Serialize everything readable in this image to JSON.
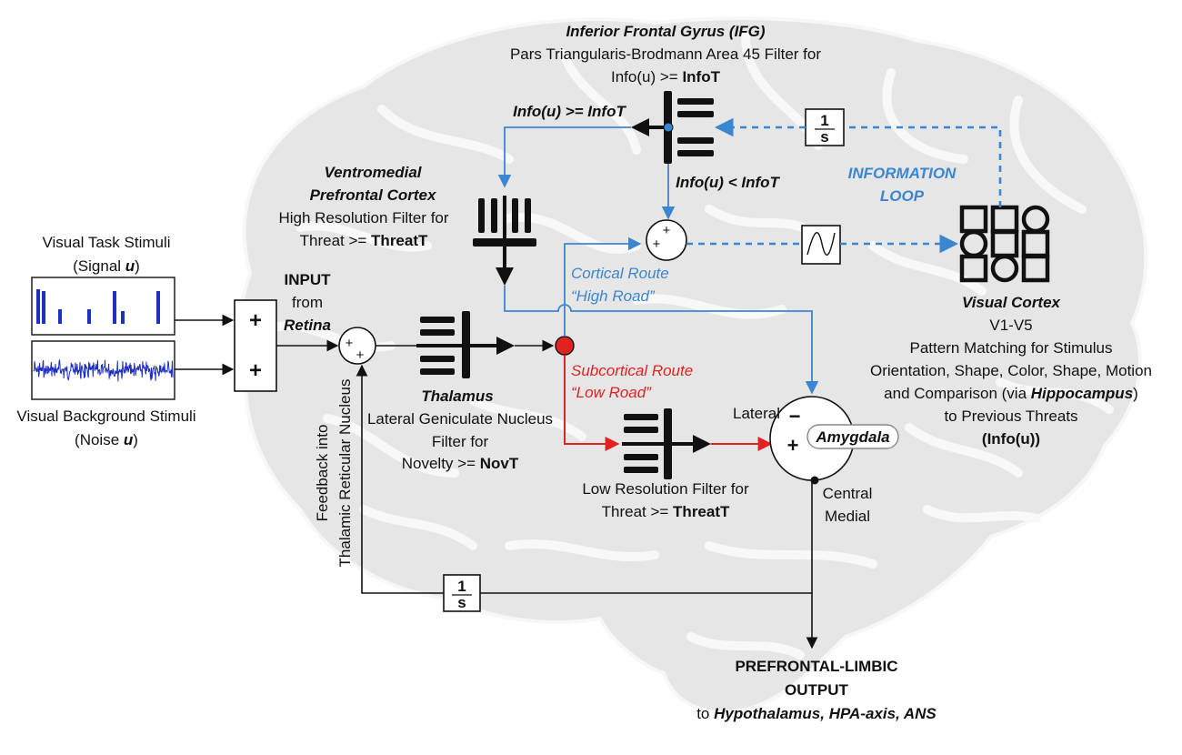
{
  "colors": {
    "blue": "#3b86d1",
    "red": "#e0231e",
    "black": "#111111",
    "brain": "#e6e6e6"
  },
  "ifg": {
    "title": "Inferior Frontal Gyrus (IFG)",
    "line2": "Pars Triangularis-Brodmann Area 45 Filter for",
    "line3_prefix": "Info(u) >= ",
    "line3_bold": "InfoT"
  },
  "vmpfc": {
    "title1": "Ventromedial",
    "title2": "Prefrontal Cortex",
    "line3": "High Resolution Filter for",
    "line4_prefix": "Threat >= ",
    "line4_bold": "ThreatT"
  },
  "stimuli": {
    "task_title": "Visual Task Stimuli",
    "task_sub_prefix": "(Signal ",
    "task_sub_var": "u",
    "task_sub_suffix": ")",
    "bg_title": "Visual Background Stimuli",
    "bg_sub_prefix": "(Noise ",
    "bg_sub_var": "u",
    "bg_sub_suffix": ")"
  },
  "input": {
    "title": "INPUT",
    "from": "from",
    "retina": "Retina",
    "plus": "+"
  },
  "thalamus": {
    "title": "Thalamus",
    "line2": "Lateral Geniculate Nucleus",
    "line3": "Filter for",
    "line4_prefix": "Novelty >= ",
    "line4_bold": "NovT"
  },
  "feedback": {
    "line1": "Feedback into",
    "line2": "Thalamic Reticular Nucleus"
  },
  "routes": {
    "cortical_1": "Cortical Route",
    "cortical_2": "“High Road”",
    "subcortical_1": "Subcortical Route",
    "subcortical_2": "“Low Road”"
  },
  "info": {
    "ge": "Info(u) >= InfoT",
    "lt": "Info(u) < InfoT",
    "loop1": "INFORMATION",
    "loop2": "LOOP"
  },
  "integrator": {
    "num": "1",
    "den": "s"
  },
  "summers": {
    "plus": "+",
    "minus": "−"
  },
  "lowres": {
    "line1": "Low Resolution Filter for",
    "line2_prefix": "Threat >= ",
    "line2_bold": "ThreatT"
  },
  "amygdala": {
    "label": "Amygdala",
    "lateral": "Lateral",
    "central": "Central",
    "medial": "Medial"
  },
  "visual_cortex": {
    "title": "Visual Cortex",
    "line2": "V1-V5",
    "line3": "Pattern Matching for Stimulus",
    "line4": "Orientation, Shape, Color, Shape, Motion",
    "line5_prefix": "and Comparison  (via ",
    "line5_bold": "Hippocampus",
    "line5_suffix": ")",
    "line6": "to Previous Threats",
    "line7": "(Info(u))"
  },
  "output": {
    "line1": "PREFRONTAL-LIMBIC",
    "line2": "OUTPUT",
    "line3_prefix": "to ",
    "line3_bold": "Hypothalamus, HPA-axis, ANS"
  }
}
